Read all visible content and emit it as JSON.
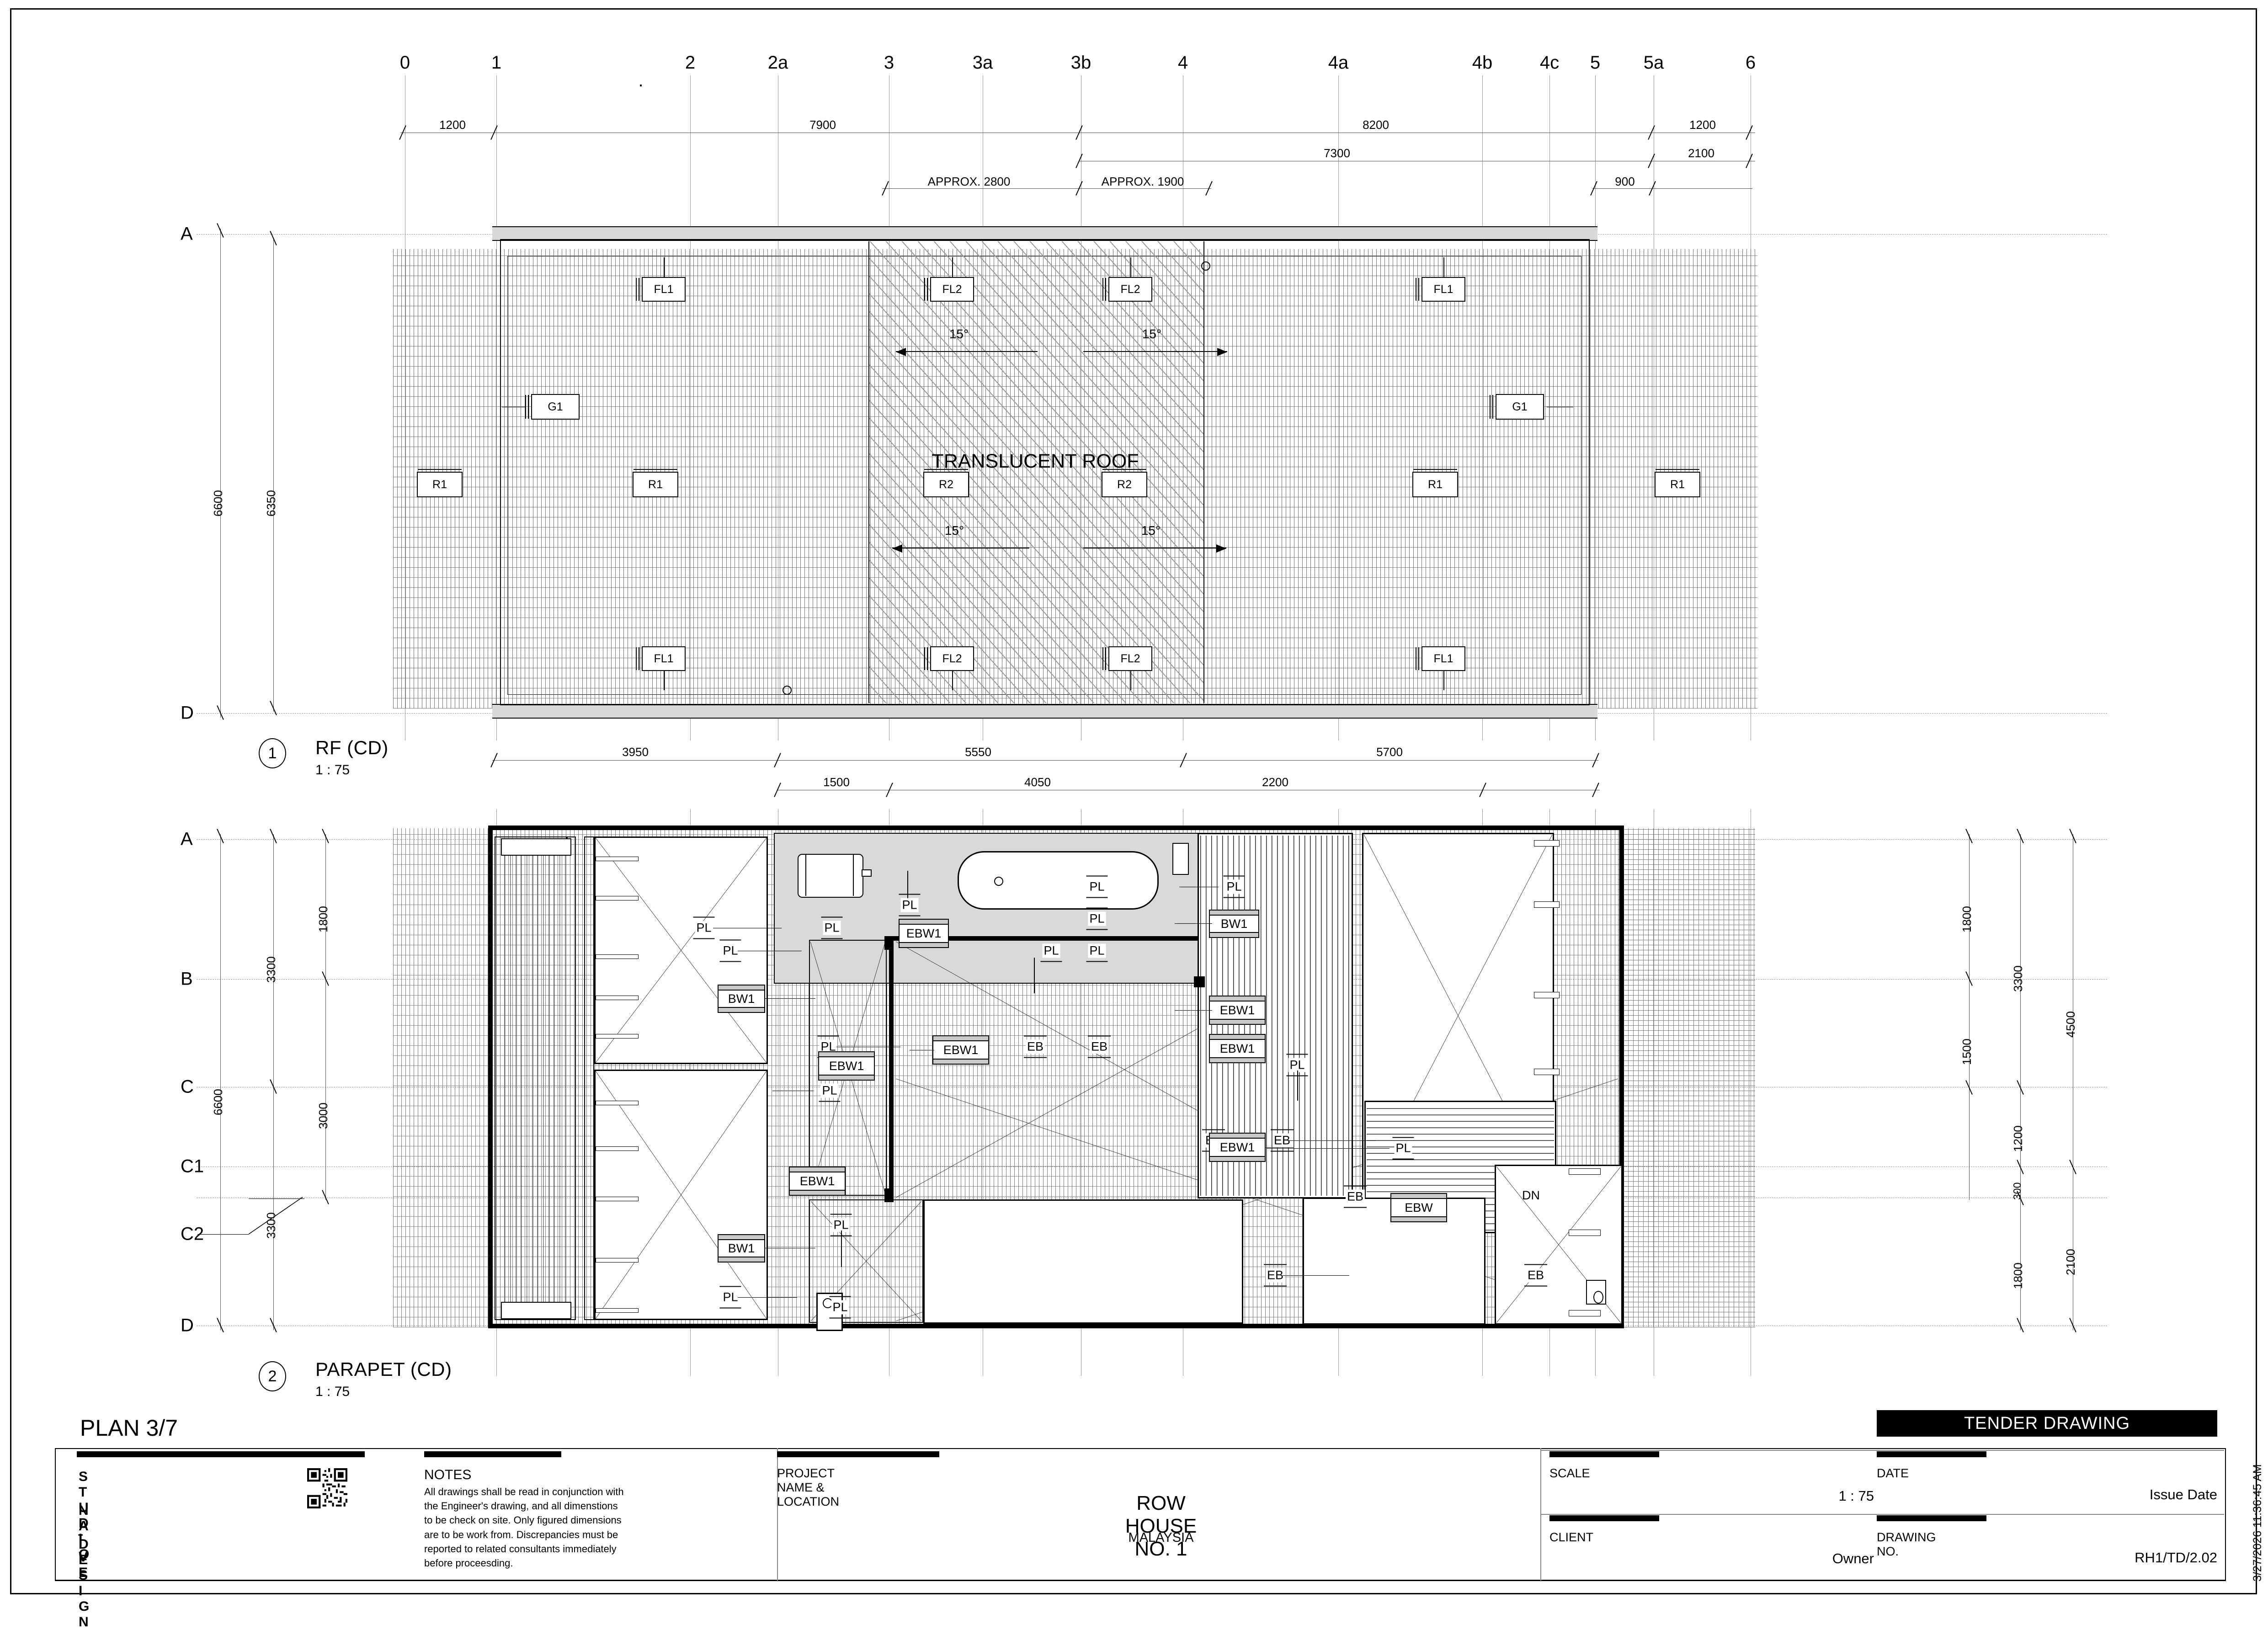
{
  "sheet": {
    "plan_label": "PLAN 3/7",
    "timestamp": "3/27/2026 11:36:45 AM"
  },
  "views": [
    {
      "number": "1",
      "title": "RF (CD)",
      "scale": "1 : 75"
    },
    {
      "number": "2",
      "title": "PARAPET (CD)",
      "scale": "1 : 75"
    }
  ],
  "grid": {
    "columns": [
      "0",
      "1",
      "2",
      "2a",
      "3",
      "3a",
      "3b",
      "4",
      "4a",
      "4b",
      "4c",
      "5",
      "5a",
      "6"
    ],
    "rows_roof": [
      "A",
      "D"
    ],
    "rows_plan": [
      "A",
      "B",
      "C",
      "C1",
      "C2",
      "D"
    ]
  },
  "roof_plan": {
    "label_translucent": "TRANSLUCENT ROOF",
    "slope_labels": [
      "15°",
      "15°",
      "15°",
      "15°"
    ],
    "tags": [
      "FL1",
      "FL2",
      "FL2",
      "FL1",
      "G1",
      "G1",
      "R1",
      "R1",
      "R2",
      "R2",
      "R1",
      "R1",
      "FL1",
      "FL2",
      "FL2",
      "FL1"
    ],
    "dims_top_row1": [
      "1200",
      "7900",
      "8200",
      "1200"
    ],
    "dims_top_row2": [
      "7300",
      "2100"
    ],
    "dims_top_row3": [
      "APPROX. 2800",
      "APPROX. 1900",
      "900"
    ],
    "dims_left": [
      "6600",
      "6350"
    ],
    "dims_bottom_row1": [
      "3950",
      "5550",
      "5700"
    ],
    "dims_bottom_row2": [
      "1500",
      "4050",
      "2200"
    ]
  },
  "parapet_plan": {
    "dims_left": [
      "6600",
      "3300",
      "3000",
      "3300",
      "1800"
    ],
    "dims_right": [
      "1800",
      "1500",
      "3300",
      "1200",
      "300",
      "1800",
      "4500",
      "2100"
    ],
    "tags": [
      "PL",
      "PL",
      "PL",
      "PL",
      "PL",
      "PL",
      "PL",
      "PL",
      "PL",
      "PL",
      "PL",
      "PL",
      "PL",
      "PL",
      "PL",
      "PL",
      "EB",
      "EB",
      "EB",
      "EB",
      "EB",
      "EB",
      "EB",
      "EB",
      "BW1",
      "BW1",
      "BW1",
      "EBW1",
      "EBW1",
      "EBW1",
      "EBW1",
      "EBW1",
      "EBW1",
      "EBW1",
      "EBW",
      "DN"
    ]
  },
  "titleblock": {
    "studio_lines": [
      "S T U D I O",
      "N A Ï V E",
      "D E S I G N"
    ],
    "notes_heading": "NOTES",
    "notes_body": "All drawings shall be read in conjunction with the Engineer's drawing, and all dimenstions to be check on site. Only figured dimensions are to be work from. Discrepancies must be reported to related consultants immediately before proceesding.",
    "project_caption": "PROJECT NAME & LOCATION",
    "project_name": "ROW HOUSE NO. 1",
    "project_location": "MALAYSIA",
    "status": "TENDER DRAWING",
    "scale_caption": "SCALE",
    "scale_value": "1 : 75",
    "date_caption": "DATE",
    "date_value": "Issue Date",
    "client_caption": "CLIENT",
    "client_value": "Owner",
    "drawing_no_caption": "DRAWING NO.",
    "drawing_no_value": "RH1/TD/2.02"
  }
}
